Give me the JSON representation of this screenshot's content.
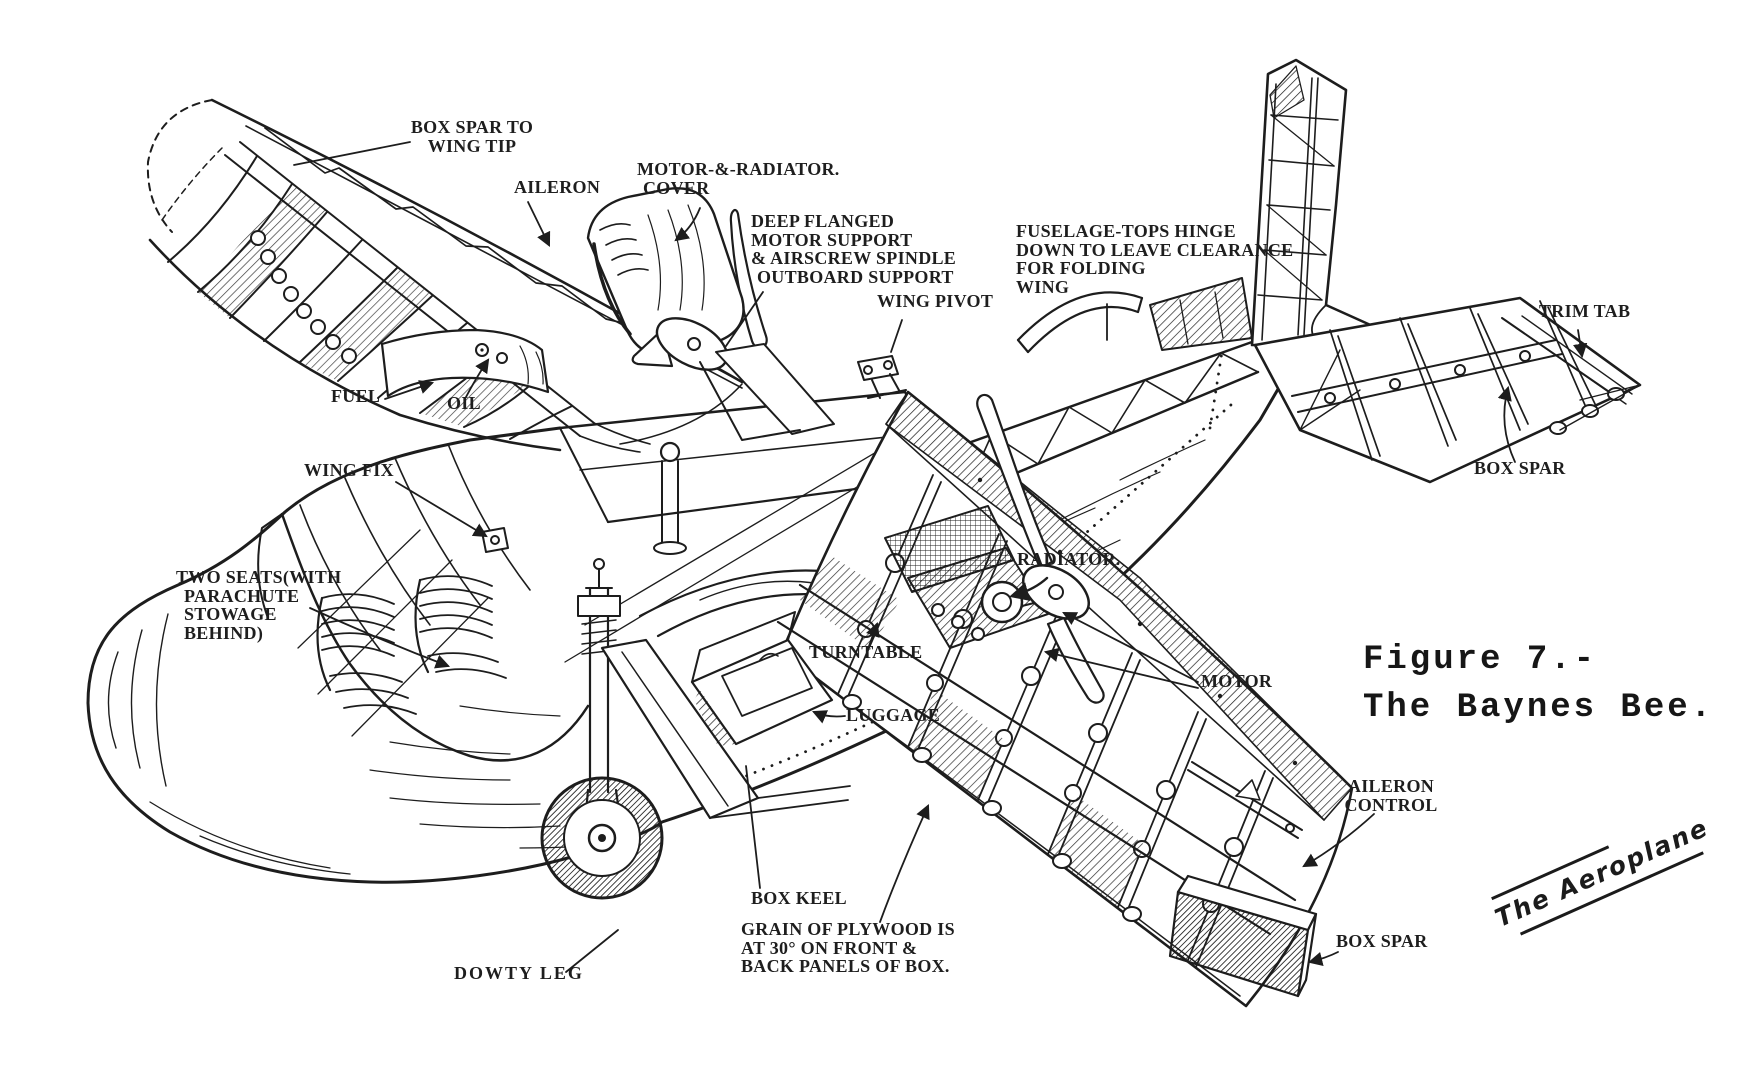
{
  "figure": {
    "caption_line1": "Figure 7.-",
    "caption_line2": "The Baynes Bee.",
    "signature": "The Aeroplane"
  },
  "colors": {
    "ink": "#1d1d1d",
    "paper": "#ffffff"
  },
  "labels": {
    "box_spar_wing_tip": {
      "lines": [
        "BOX SPAR TO",
        "WING TIP"
      ]
    },
    "aileron": {
      "lines": [
        "AILERON"
      ]
    },
    "motor_radiator_cover": {
      "lines": [
        "MOTOR-&-RADIATOR.",
        "COVER"
      ]
    },
    "deep_flanged": {
      "lines": [
        "DEEP FLANGED",
        "MOTOR SUPPORT",
        "& AIRSCREW SPINDLE",
        "OUTBOARD SUPPORT"
      ]
    },
    "wing_pivot": {
      "lines": [
        "WING PIVOT"
      ]
    },
    "fuselage_tops": {
      "lines": [
        "FUSELAGE-TOPS HINGE",
        "DOWN TO LEAVE CLEARANCE",
        "FOR FOLDING",
        "WING"
      ]
    },
    "trim_tab": {
      "lines": [
        "TRIM TAB"
      ]
    },
    "box_spar_tail": {
      "lines": [
        "BOX SPAR"
      ]
    },
    "fuel": {
      "lines": [
        "FUEL"
      ]
    },
    "oil": {
      "lines": [
        "OIL"
      ]
    },
    "wing_fix": {
      "lines": [
        "WING FIX"
      ]
    },
    "two_seats": {
      "lines": [
        "TWO SEATS(WITH",
        "PARACHUTE",
        "STOWAGE",
        "BEHIND)"
      ]
    },
    "turntable": {
      "lines": [
        "TURNTABLE"
      ]
    },
    "radiator": {
      "lines": [
        "RADIATOR."
      ]
    },
    "luggage": {
      "lines": [
        "LUGGAGE"
      ]
    },
    "motor": {
      "lines": [
        "MOTOR"
      ]
    },
    "aileron_control": {
      "lines": [
        "AILERON",
        "CONTROL"
      ]
    },
    "box_keel": {
      "lines": [
        "BOX KEEL"
      ]
    },
    "grain_plywood": {
      "lines": [
        "GRAIN OF PLYWOOD IS",
        "AT 30° ON FRONT &",
        "BACK PANELS OF BOX."
      ]
    },
    "dowty_leg": {
      "lines": [
        "DOWTY LEG"
      ]
    },
    "box_spar_wing": {
      "lines": [
        "BOX SPAR"
      ]
    }
  }
}
